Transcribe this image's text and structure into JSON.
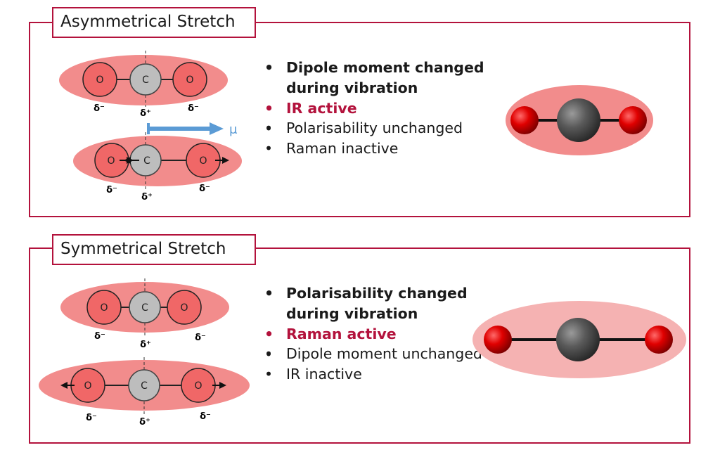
{
  "colors": {
    "frame": "#b3123c",
    "cloud": "#f28c8c",
    "oxygen_fill": "#f06767",
    "carbon_fill": "#bdbdbd",
    "dipole_arrow": "#5b9bd5",
    "accent_text": "#b3123c"
  },
  "asymmetric": {
    "title": "Asymmetrical Stretch",
    "bullets": [
      {
        "text": "Dipole moment changed",
        "text2": "during vibration",
        "style": "strong"
      },
      {
        "text": "IR active",
        "style": "accent"
      },
      {
        "text": "Polarisability unchanged",
        "style": "normal"
      },
      {
        "text": "Raman inactive",
        "style": "normal"
      }
    ],
    "atom_o": "O",
    "atom_c": "C",
    "delta_minus": "δ⁻",
    "delta_plus": "δ⁺",
    "dipole_label": "μ"
  },
  "symmetric": {
    "title": "Symmetrical Stretch",
    "bullets": [
      {
        "text": "Polarisability changed",
        "text2": "during vibration",
        "style": "strong"
      },
      {
        "text": "Raman active",
        "style": "accent"
      },
      {
        "text": "Dipole moment unchanged",
        "style": "normal"
      },
      {
        "text": "IR inactive",
        "style": "normal"
      }
    ],
    "atom_o": "O",
    "atom_c": "C",
    "delta_minus": "δ⁻",
    "delta_plus": "δ⁺"
  }
}
